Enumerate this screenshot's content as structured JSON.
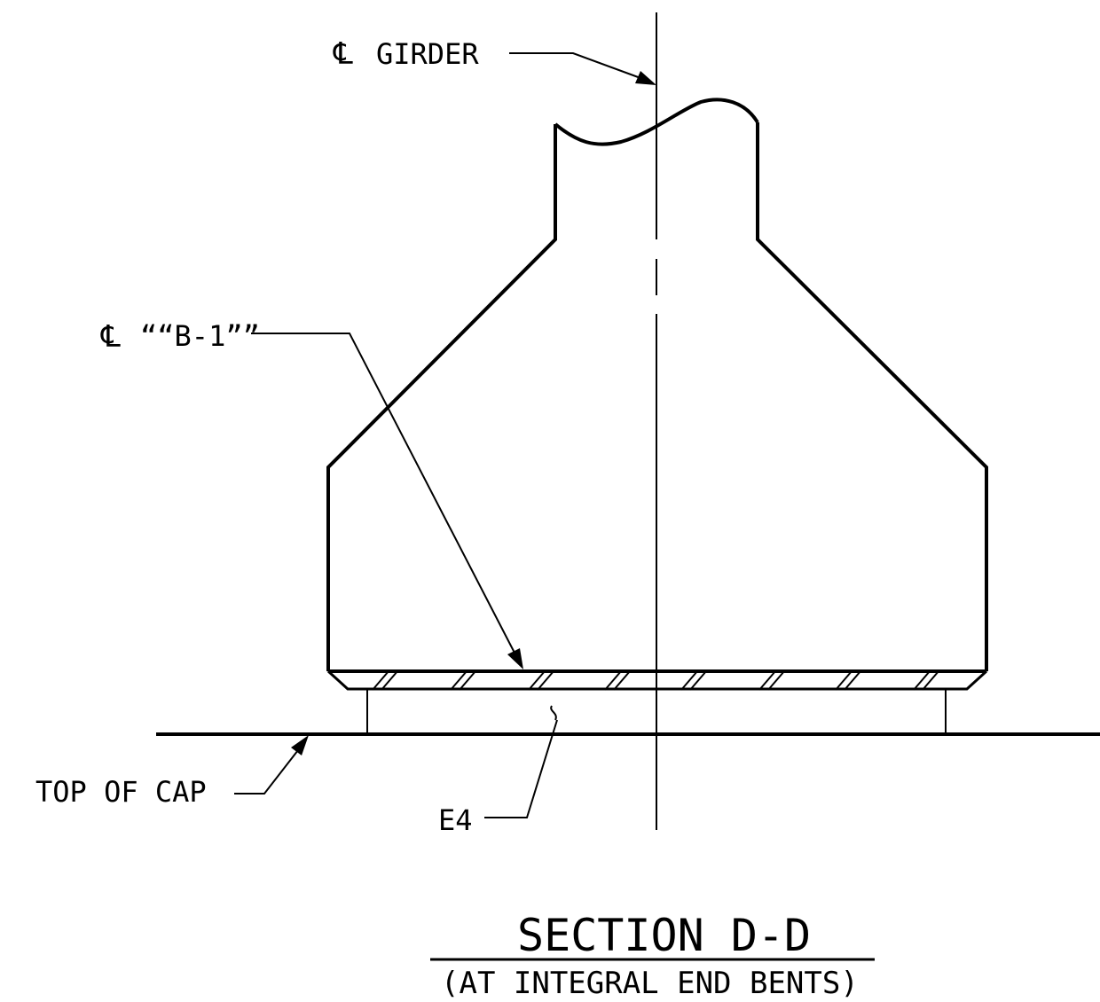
{
  "labels": {
    "centerline_symbol": "℄",
    "centerline": "GIRDER",
    "plate_symbol": "℄",
    "plate": "““B-1””",
    "top_of_cap": "TOP OF CAP",
    "pad": "E4"
  },
  "title": {
    "main": "SECTION D-D",
    "sub": "(AT INTEGRAL END BENTS)"
  },
  "colors": {
    "line": "#000000",
    "background": "#ffffff"
  }
}
